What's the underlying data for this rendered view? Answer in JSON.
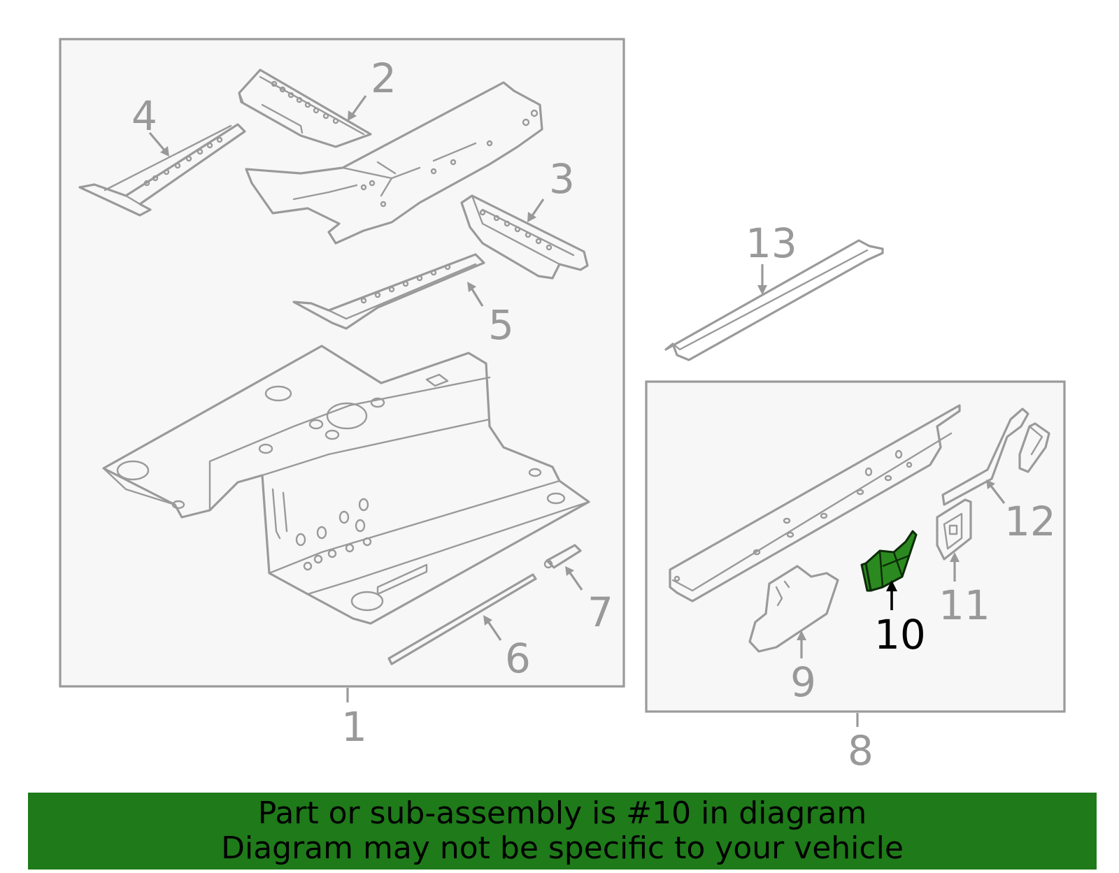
{
  "callouts": {
    "c1": "1",
    "c2": "2",
    "c3": "3",
    "c4": "4",
    "c5": "5",
    "c6": "6",
    "c7": "7",
    "c8": "8",
    "c9": "9",
    "c10": "10",
    "c11": "11",
    "c12": "12",
    "c13": "13"
  },
  "highlighted_part": "10",
  "colors": {
    "highlight_fill": "#2b8a1f",
    "banner_background": "#1f7a1a",
    "line_art": "#9a9a9a",
    "panel_background": "#f7f7f7"
  },
  "banner": {
    "line1": "Part or sub-assembly is #10 in diagram",
    "line2": "Diagram may not be specific to your vehicle"
  }
}
